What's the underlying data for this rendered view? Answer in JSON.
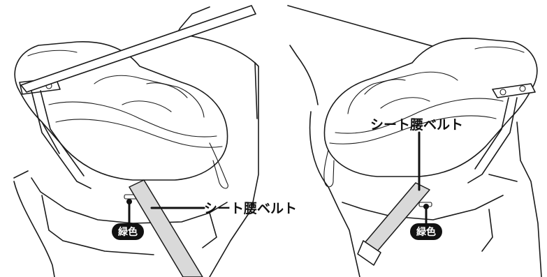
{
  "left_panel": {
    "belt_label": "シート腰ベルト",
    "color_badge": "緑色"
  },
  "right_panel": {
    "belt_label": "シート腰ベルト",
    "color_badge": "緑色"
  },
  "colors": {
    "belt_fill": "#d9d9d9",
    "line": "#1a1a1a",
    "badge_bg": "#111111"
  }
}
